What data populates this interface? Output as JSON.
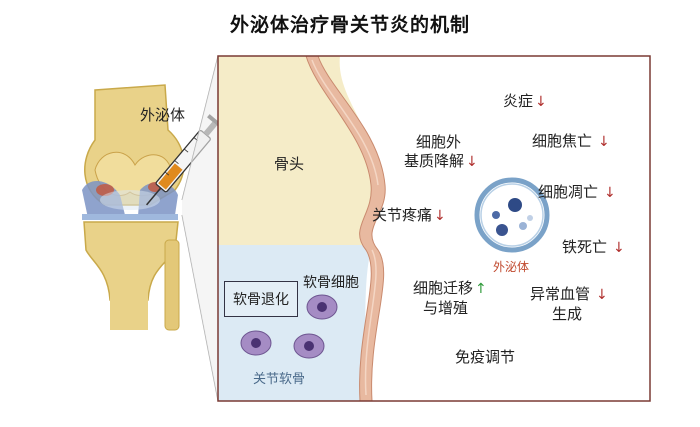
{
  "title": "外泌体治疗骨关节炎的机制",
  "knee_label": "外泌体",
  "bone_label": "骨头",
  "cartilage": {
    "degeneration_label": "软骨退化",
    "cell_label": "软骨细胞",
    "region_label": "关节软骨"
  },
  "effects": {
    "inflammation": {
      "label": "炎症",
      "arrow": "↓"
    },
    "ecm_line1": "细胞外",
    "ecm_line2": "基质降解",
    "ecm_arrow": "↓",
    "pyroptosis": {
      "label": "细胞焦亡",
      "arrow": "↓"
    },
    "apoptosis": {
      "label": "细胞凋亡",
      "arrow": "↓"
    },
    "joint_pain": {
      "label": "关节疼痛",
      "arrow": "↓"
    },
    "ferroptosis": {
      "label": "铁死亡",
      "arrow": "↓"
    },
    "migration_line1": "细胞迁移",
    "migration_line2": "与增殖",
    "migration_arrow": "↑",
    "angio_line1": "异常血管",
    "angio_line2": "生成",
    "angio_arrow": "↓",
    "immune": {
      "label": "免疫调节"
    }
  },
  "exosome_label": "外泌体",
  "colors": {
    "bone": "#f5ecc8",
    "cartilage": "#dceaf4",
    "membrane": "#e8b9a0",
    "frame": "#7a3a34",
    "decrease": "#b0302e",
    "increase": "#2f9a3a"
  }
}
